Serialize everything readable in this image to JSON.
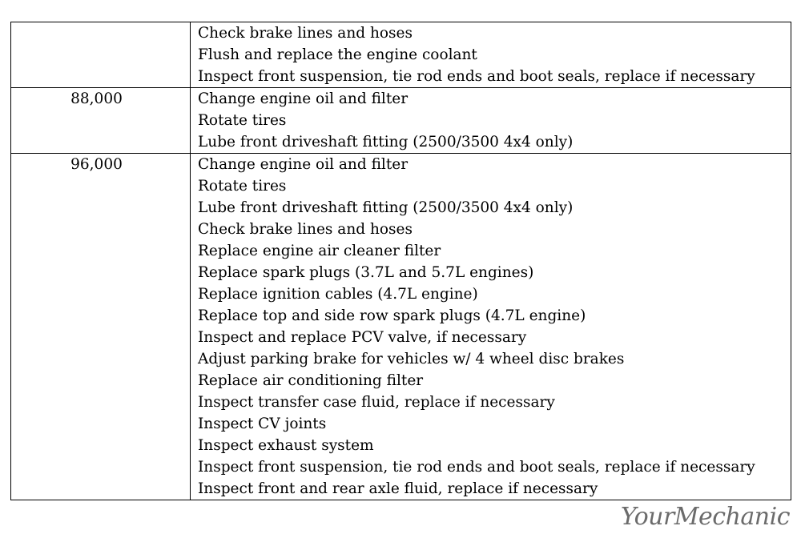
{
  "schedule": {
    "rows": [
      {
        "mileage": "",
        "tasks": [
          "Check brake lines and hoses",
          "Flush and replace the engine coolant",
          "Inspect front suspension, tie rod ends and boot seals, replace if necessary"
        ]
      },
      {
        "mileage": "88,000",
        "tasks": [
          "Change engine oil and filter",
          "Rotate tires",
          "Lube front driveshaft fitting (2500/3500 4x4 only)"
        ]
      },
      {
        "mileage": "96,000",
        "tasks": [
          "Change engine oil and filter",
          "Rotate tires",
          "Lube front driveshaft fitting (2500/3500 4x4 only)",
          "Check brake lines and hoses",
          "Replace engine air cleaner filter",
          "Replace spark plugs (3.7L and 5.7L engines)",
          "Replace ignition cables (4.7L engine)",
          "Replace top and side row spark plugs (4.7L engine)",
          "Inspect and replace PCV valve, if necessary",
          "Adjust parking brake for vehicles w/ 4 wheel disc brakes",
          "Replace air conditioning filter",
          "Inspect transfer case fluid, replace if necessary",
          "Inspect CV joints",
          "Inspect exhaust system",
          "Inspect front suspension, tie rod ends and boot seals, replace if necessary",
          "Inspect front and rear axle fluid, replace if necessary"
        ]
      }
    ]
  },
  "watermark": {
    "logo_text": "YourMechanic"
  }
}
